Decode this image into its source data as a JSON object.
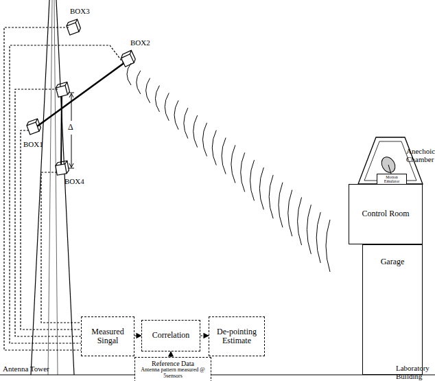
{
  "diagram": {
    "nodes": [
      {
        "text": [
          "Measured Singal"
        ]
      },
      {
        "text": [
          "Correlation"
        ]
      },
      {
        "text": [
          "De-pointing Estimate"
        ]
      },
      {
        "text": [
          "Reference Data",
          "Antenna pattern measured @ 5sensors"
        ]
      },
      {
        "text": [
          "Control Room"
        ]
      },
      {
        "text": [
          "Garage"
        ]
      },
      {
        "text": [
          "Motion Emulator"
        ]
      }
    ],
    "edges": [
      {
        "from": 0,
        "to": 1,
        "arrow": "to"
      },
      {
        "from": 1,
        "to": 2,
        "arrow": "to"
      },
      {
        "from": 3,
        "to": 1,
        "arrow": "to"
      }
    ],
    "labels": [
      "BOX3",
      "BOX2",
      "BOX1",
      "BOX4",
      "Δ",
      "Anechoic Chamber",
      "Antenna Tower",
      "Laboratory Building"
    ]
  }
}
